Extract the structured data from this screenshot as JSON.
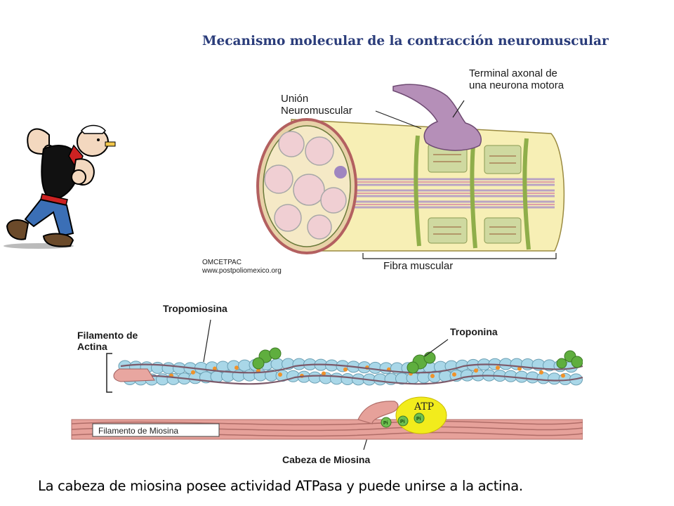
{
  "slide": {
    "title": "Mecanismo molecular de la contracción neuromuscular",
    "caption": "La cabeza de miosina posee actividad ATPasa y puede unirse a la actina."
  },
  "fiber_figure": {
    "axon_label_line1": "Terminal axonal de",
    "axon_label_line2": "una neurona motora",
    "junction_label_line1": "Unión",
    "junction_label_line2": "Neuromuscular",
    "fiber_label": "Fibra muscular",
    "credit_line1": "OMCETPAC",
    "credit_line2": "www.postpoliomexico.org"
  },
  "filament_figure": {
    "tropomyosin_label": "Tropomiosina",
    "actin_label_line1": "Filamento de",
    "actin_label_line2": "Actina",
    "troponin_label": "Troponina",
    "atp_label": "ATP",
    "pi_label": "Pi",
    "myosin_filament_label": "Filamento de Miosina",
    "myosin_head_label": "Cabeza de Miosina"
  },
  "colors": {
    "title": "#2a3c7a",
    "actin_bead": "#a9d7e8",
    "troponin": "#5fae3e",
    "atp": "#f2ec1c",
    "myosin": "#e6a19a",
    "neuron": "#b58fb8"
  }
}
